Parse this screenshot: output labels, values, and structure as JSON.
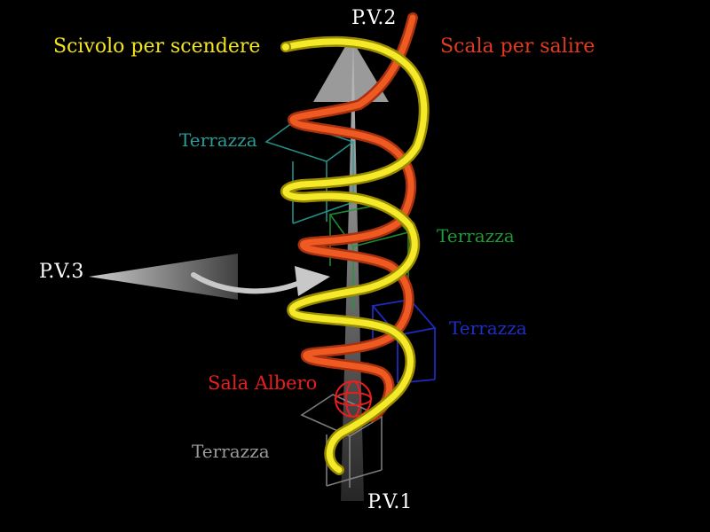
{
  "labels": {
    "slide_down": "Scivolo per scendere",
    "stairs_up": "Scala per salire",
    "pv1": "P.V.1",
    "pv2": "P.V.2",
    "pv3": "P.V.3",
    "terrace_teal": "Terrazza",
    "terrace_green": "Terrazza",
    "terrace_blue": "Terrazza",
    "terrace_grey": "Terrazza",
    "tree_room": "Sala Albero"
  },
  "colors": {
    "background": "#000000",
    "slide": "#f2e41f",
    "stairs": "#e5501c",
    "terrace_teal": "#2a9d96",
    "terrace_green": "#1e9a36",
    "terrace_blue": "#1e2ec8",
    "terrace_grey": "#9a9a9a",
    "tree_room": "#e81e1e"
  }
}
